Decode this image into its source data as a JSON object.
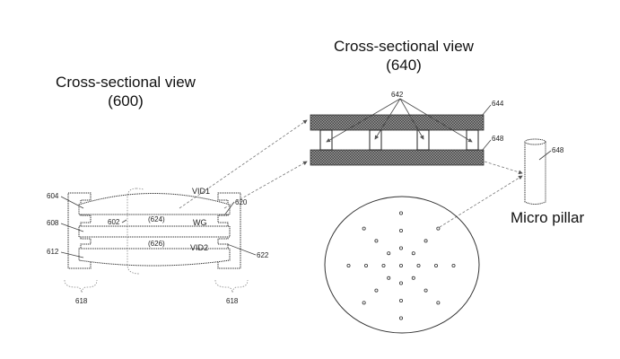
{
  "left_view": {
    "title_line1": "Cross-sectional view",
    "title_line2": "(600)",
    "labels": {
      "vid1": "VID1",
      "wg": "WG",
      "vid2": "VID2",
      "gap_top": "(624)",
      "gap_bottom": "(626)",
      "ref_602": "602",
      "ref_604": "604",
      "ref_608": "608",
      "ref_612": "612",
      "ref_620": "620",
      "ref_622": "622",
      "ref_618_left": "618",
      "ref_618_right": "618"
    }
  },
  "right_view": {
    "title_line1": "Cross-sectional view",
    "title_line2": "(640)",
    "labels": {
      "ref_642": "642",
      "ref_644": "644",
      "ref_648_plate": "648",
      "ref_648_pillar": "648"
    }
  },
  "micro_pillar": {
    "caption": "Micro pillar"
  },
  "pillar_layout": {
    "pattern": "radial",
    "spokes": 8,
    "rings": 3,
    "center_point": true
  }
}
